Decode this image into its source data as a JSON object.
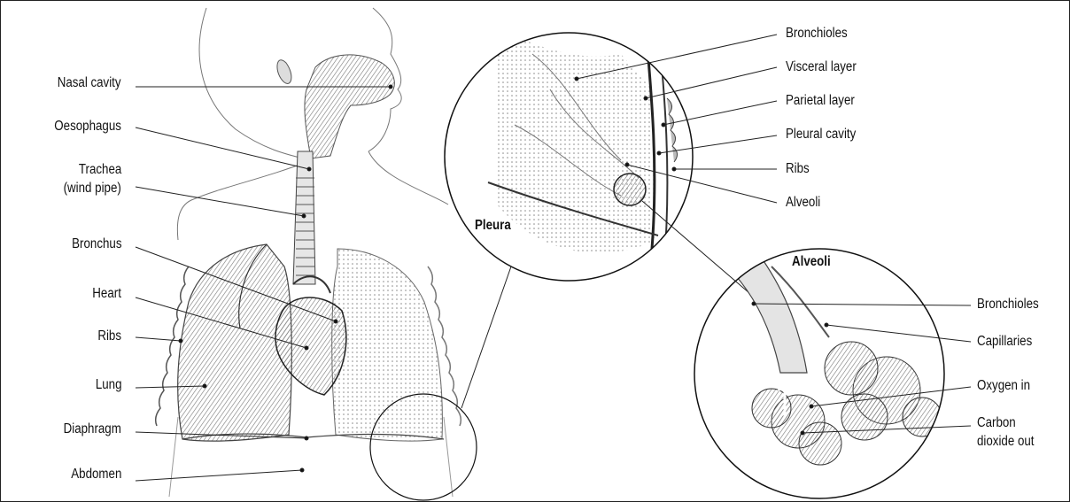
{
  "labels": {
    "body": {
      "nasal_cavity": "Nasal cavity",
      "oesophagus": "Oesophagus",
      "trachea_line1": "Trachea",
      "trachea_line2": "(wind pipe)",
      "bronchus": "Bronchus",
      "heart": "Heart",
      "ribs": "Ribs",
      "lung": "Lung",
      "diaphragm": "Diaphragm",
      "abdomen": "Abdomen"
    },
    "pleura": {
      "title": "Pleura",
      "bronchioles": "Bronchioles",
      "visceral_layer": "Visceral layer",
      "parietal_layer": "Parietal layer",
      "pleural_cavity": "Pleural cavity",
      "ribs": "Ribs",
      "alveoli": "Alveoli"
    },
    "alveoli": {
      "title": "Alveoli",
      "bronchioles": "Bronchioles",
      "capillaries": "Capillaries",
      "oxygen_in": "Oxygen in",
      "carbon_line1": "Carbon",
      "carbon_line2": "dioxide out"
    }
  },
  "colors": {
    "ink": "#111111",
    "line": "#222222",
    "shade": "#9a9a9a"
  }
}
